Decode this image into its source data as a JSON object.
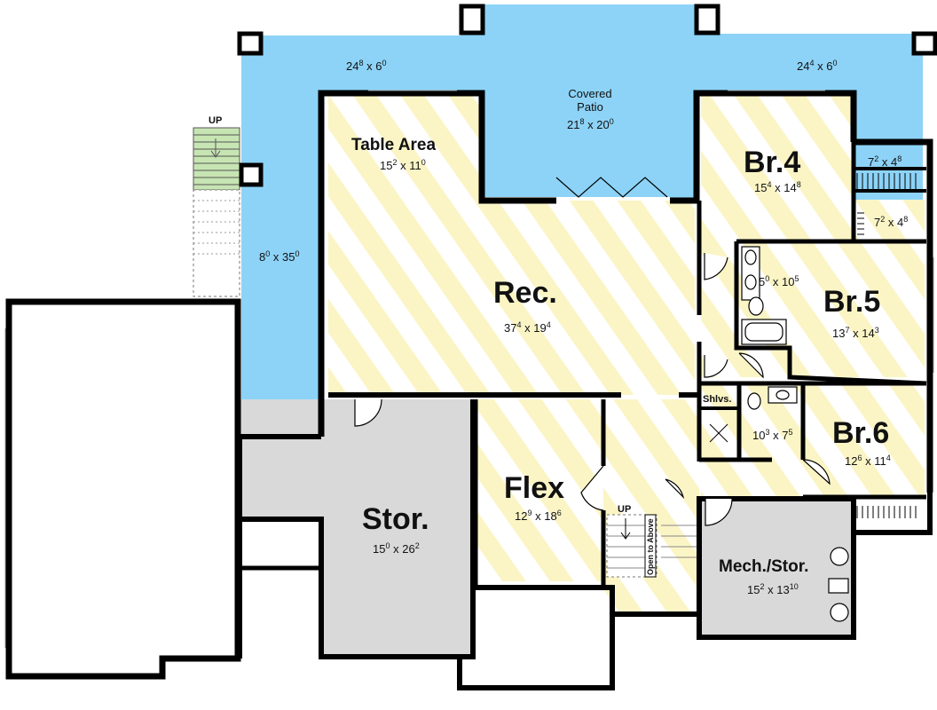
{
  "colors": {
    "wall": "#000000",
    "patio_blue": "#8dd3f7",
    "stripe_yellow": "#fbf5c6",
    "storage_gray": "#d9d9d9",
    "stair_green": "#c7e5b3",
    "background": "#ffffff"
  },
  "rooms": {
    "covered_patio": {
      "name_line1": "Covered",
      "name_line2": "Patio",
      "w_ft": "21",
      "w_in": "8",
      "d_ft": "20",
      "d_in": "0"
    },
    "patio_left": {
      "w_ft": "24",
      "w_in": "8",
      "d_ft": "6",
      "d_in": "0"
    },
    "patio_right": {
      "w_ft": "24",
      "w_in": "4",
      "d_ft": "6",
      "d_in": "0"
    },
    "patio_side": {
      "w_ft": "8",
      "w_in": "0",
      "d_ft": "35",
      "d_in": "0"
    },
    "table_area": {
      "name": "Table Area",
      "w_ft": "15",
      "w_in": "2",
      "d_ft": "11",
      "d_in": "0"
    },
    "rec": {
      "name": "Rec.",
      "w_ft": "37",
      "w_in": "4",
      "d_ft": "19",
      "d_in": "4"
    },
    "br4": {
      "name": "Br.4",
      "w_ft": "15",
      "w_in": "4",
      "d_ft": "14",
      "d_in": "8"
    },
    "closet4a": {
      "w_ft": "7",
      "w_in": "2",
      "d_ft": "4",
      "d_in": "8"
    },
    "closet4b": {
      "w_ft": "7",
      "w_in": "2",
      "d_ft": "4",
      "d_in": "8"
    },
    "bath5": {
      "w_ft": "5",
      "w_in": "0",
      "d_ft": "10",
      "d_in": "5"
    },
    "br5": {
      "name": "Br.5",
      "w_ft": "13",
      "w_in": "7",
      "d_ft": "14",
      "d_in": "3"
    },
    "shelves": {
      "name": "Shlvs."
    },
    "bath6": {
      "w_ft": "10",
      "w_in": "3",
      "d_ft": "7",
      "d_in": "5"
    },
    "br6": {
      "name": "Br.6",
      "w_ft": "12",
      "w_in": "6",
      "d_ft": "11",
      "d_in": "4"
    },
    "flex": {
      "name": "Flex",
      "w_ft": "12",
      "w_in": "9",
      "d_ft": "18",
      "d_in": "6"
    },
    "stor": {
      "name": "Stor.",
      "w_ft": "15",
      "w_in": "0",
      "d_ft": "26",
      "d_in": "2"
    },
    "mech": {
      "name": "Mech./Stor.",
      "w_ft": "15",
      "w_in": "2",
      "d_ft": "13",
      "d_in": "10"
    }
  },
  "stairs": {
    "exterior_up": "UP",
    "interior_up": "UP",
    "open_to_above": "Open to Above"
  }
}
